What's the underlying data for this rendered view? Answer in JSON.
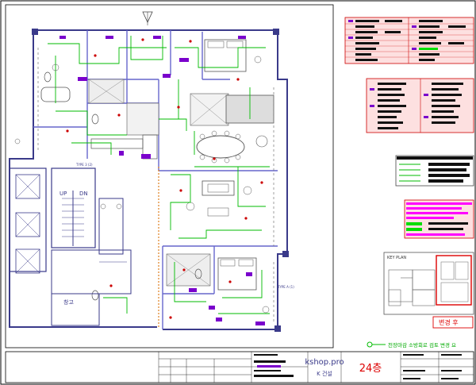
{
  "labels": {
    "up": "UP",
    "dn": "DN",
    "storage": "창고",
    "key_plan": "KEY PLAN",
    "revision_stamp": "변경 후",
    "legend_note": "천장마감 소방회로 검토 변경 요",
    "website": "kshop.pro",
    "company": "K 건설",
    "floor": "24층",
    "stair_type": "TYPE 3 (2)",
    "unit_type": "TYPE A (1)"
  },
  "colors": {
    "background": "#ffffff",
    "wall": "#3a3a8a",
    "partition": "#6666cc",
    "furniture": "#555555",
    "circuit": "#00bb00",
    "device": "#7a00cc",
    "marker": "#cc0000",
    "highlight_fill": "#fde0e0",
    "legend_magenta": "#ff00ff",
    "legend_green": "#00dd00"
  }
}
